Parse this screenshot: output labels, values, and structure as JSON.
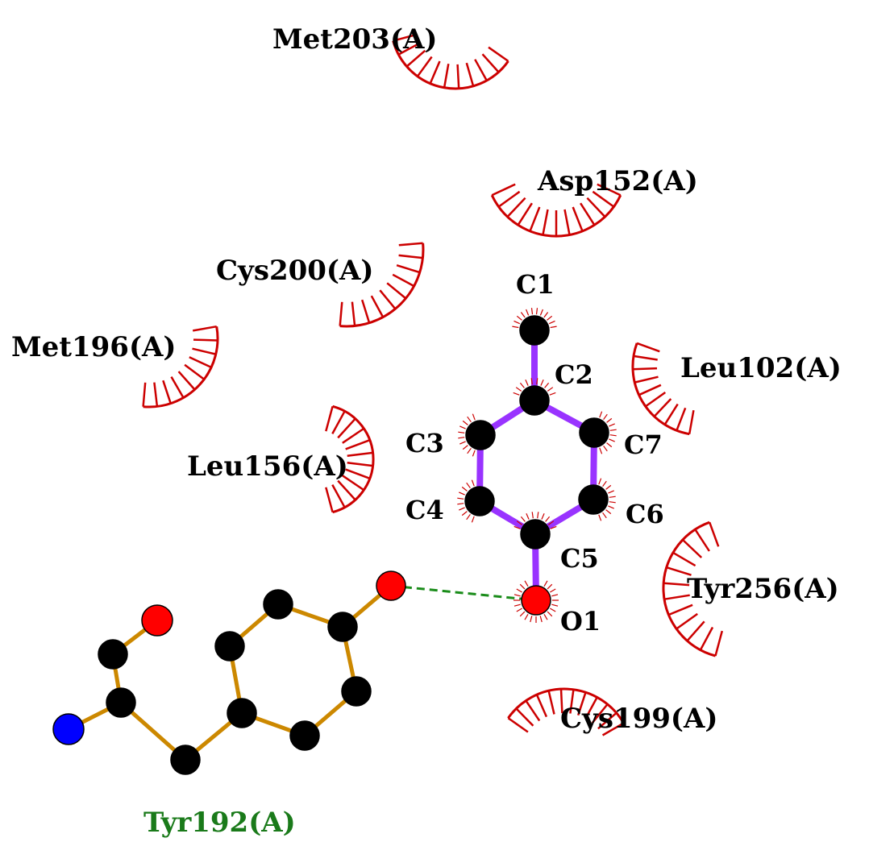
{
  "colors": {
    "ligand_bond": "#9933ff",
    "residue_bond": "#cc8800",
    "carbon": "#000000",
    "oxygen": "#ff0000",
    "nitrogen": "#0000ff",
    "hydrophobic": "#cc0000",
    "hbond": "#1a8c1a",
    "hbond_residue_label": "#1a7a1a"
  },
  "ligand": {
    "atoms": [
      {
        "label": "C1",
        "element": "C"
      },
      {
        "label": "C2",
        "element": "C"
      },
      {
        "label": "C3",
        "element": "C"
      },
      {
        "label": "C7",
        "element": "C"
      },
      {
        "label": "C4",
        "element": "C"
      },
      {
        "label": "C6",
        "element": "C"
      },
      {
        "label": "C5",
        "element": "C"
      },
      {
        "label": "O1",
        "element": "O"
      }
    ]
  },
  "hbond_residue": {
    "label": "Tyr192(A)"
  },
  "hydrophobic_residues": [
    {
      "label": "Met203(A)"
    },
    {
      "label": "Asp152(A)"
    },
    {
      "label": "Cys200(A)"
    },
    {
      "label": "Met196(A)"
    },
    {
      "label": "Leu102(A)"
    },
    {
      "label": "Leu156(A)"
    },
    {
      "label": "Tyr256(A)"
    },
    {
      "label": "Cys199(A)"
    }
  ]
}
